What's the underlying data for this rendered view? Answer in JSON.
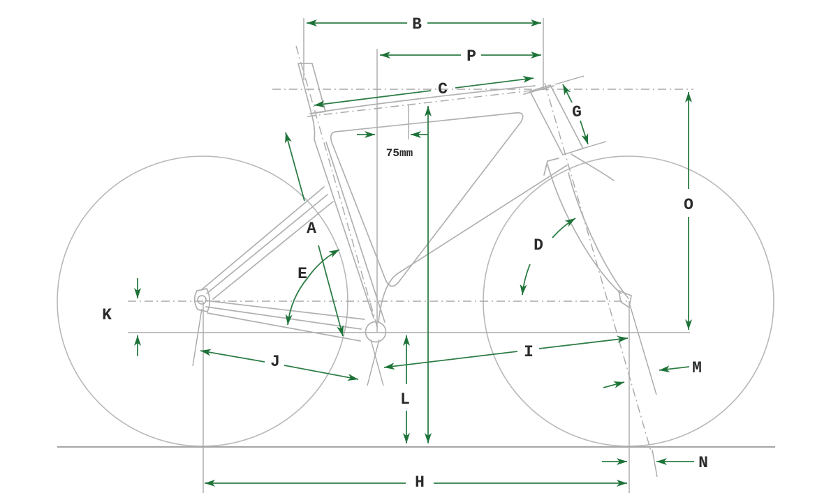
{
  "diagram": {
    "kind": "bicycle-frame-geometry-diagram",
    "labels": {
      "A": "A",
      "B": "B",
      "C": "C",
      "D": "D",
      "E": "E",
      "G": "G",
      "H": "H",
      "I": "I",
      "J": "J",
      "K": "K",
      "L": "L",
      "M": "M",
      "N": "N",
      "O": "O",
      "P": "P"
    },
    "annotations": {
      "setback": "75mm"
    },
    "colors": {
      "dimension_line": "#2e7d46",
      "arrowhead": "#1d7238",
      "frame_outline": "#b0b0b0",
      "reference_line": "#a8a8a8",
      "label_text": "#2a2a2a",
      "background": "#ffffff"
    }
  }
}
